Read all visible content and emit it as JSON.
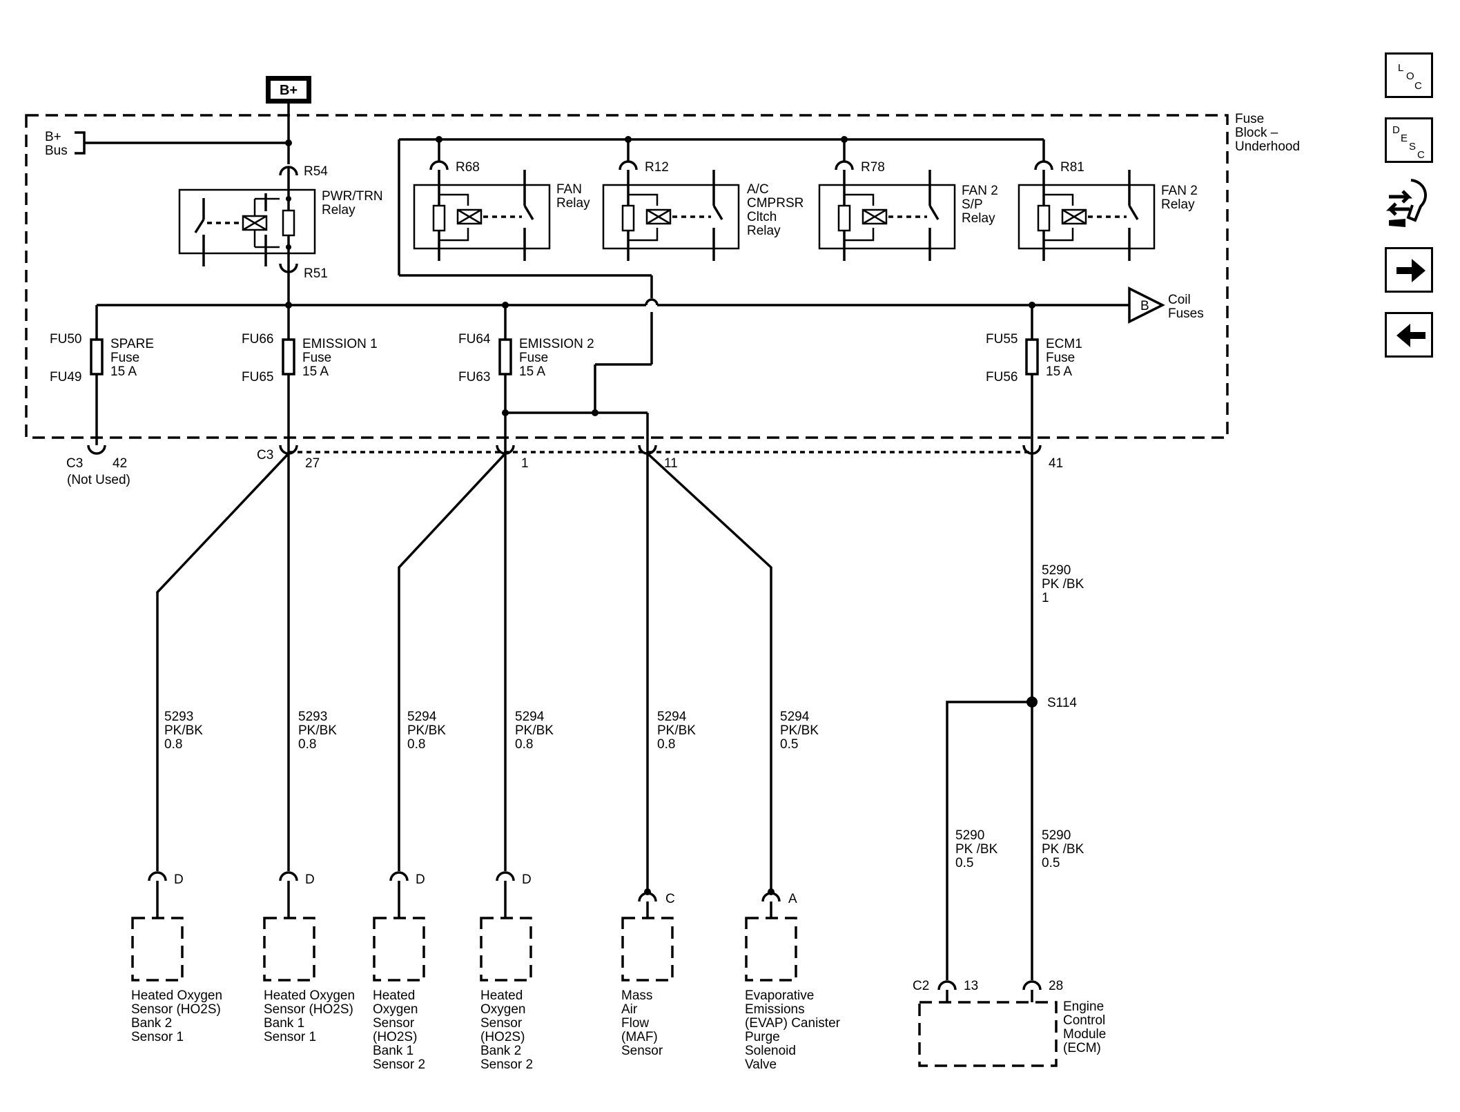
{
  "power_source": "B+",
  "fuse_block": {
    "label": [
      "Fuse",
      "Block –",
      "Underhood"
    ]
  },
  "bus": {
    "label": [
      "B+",
      "Bus"
    ]
  },
  "relays": [
    {
      "id": "pwr-trn",
      "terminal": "R54",
      "terminal_bottom": "R51",
      "label": [
        "PWR/TRN",
        "Relay"
      ]
    },
    {
      "id": "fan",
      "terminal": "R68",
      "label": [
        "FAN",
        "Relay"
      ]
    },
    {
      "id": "ac",
      "terminal": "R12",
      "label": [
        "A/C",
        "CMPRSR",
        "Cltch",
        "Relay"
      ]
    },
    {
      "id": "fan2sp",
      "terminal": "R78",
      "label": [
        "FAN  2",
        "S/P",
        "Relay"
      ]
    },
    {
      "id": "fan2",
      "terminal": "R81",
      "label": [
        "FAN  2",
        "Relay"
      ]
    }
  ],
  "coil_fuses": {
    "letter": "B",
    "label": [
      "Coil",
      "Fuses"
    ]
  },
  "fuses": [
    {
      "id": "spare",
      "top": "FU50",
      "bottom": "FU49",
      "label": [
        "SPARE",
        "Fuse",
        "15 A"
      ]
    },
    {
      "id": "emission1",
      "top": "FU66",
      "bottom": "FU65",
      "label": [
        "EMISSION 1",
        "Fuse",
        "15 A"
      ]
    },
    {
      "id": "emission2",
      "top": "FU64",
      "bottom": "FU63",
      "label": [
        "EMISSION 2",
        "Fuse",
        "15 A"
      ]
    },
    {
      "id": "ecm1",
      "top": "FU55",
      "bottom": "FU56",
      "label": [
        "ECM1",
        "Fuse",
        "15 A"
      ]
    }
  ],
  "c3": {
    "name": "C3",
    "pins": {
      "spare": "42",
      "emission1": "27",
      "emission2": "1",
      "emission2b": "11",
      "ecm": "41"
    },
    "not_used": "(Not Used)"
  },
  "ecm_feed_wire": [
    "5290",
    "PK /BK",
    "1"
  ],
  "splice": "S114",
  "wires": [
    {
      "id": "w1",
      "label": [
        "5293",
        "PK/BK",
        "0.8"
      ]
    },
    {
      "id": "w2",
      "label": [
        "5293",
        "PK/BK",
        "0.8"
      ]
    },
    {
      "id": "w3",
      "label": [
        "5294",
        "PK/BK",
        "0.8"
      ]
    },
    {
      "id": "w4",
      "label": [
        "5294",
        "PK/BK",
        "0.8"
      ]
    },
    {
      "id": "w5",
      "label": [
        "5294",
        "PK/BK",
        "0.8"
      ]
    },
    {
      "id": "w6",
      "label": [
        "5294",
        "PK/BK",
        "0.5"
      ]
    },
    {
      "id": "w7",
      "label": [
        "5290",
        "PK /BK",
        "0.5"
      ]
    },
    {
      "id": "w8",
      "label": [
        "5290",
        "PK /BK",
        "0.5"
      ]
    }
  ],
  "components": [
    {
      "id": "ho2s-b2s1",
      "pin": "D",
      "label": [
        "Heated Oxygen",
        "Sensor (HO2S)",
        "Bank 2",
        "Sensor 1"
      ]
    },
    {
      "id": "ho2s-b1s1",
      "pin": "D",
      "label": [
        "Heated Oxygen",
        "Sensor (HO2S)",
        "Bank 1",
        "Sensor 1"
      ]
    },
    {
      "id": "ho2s-b1s2",
      "pin": "D",
      "label": [
        "Heated",
        "Oxygen",
        "Sensor",
        "(HO2S)",
        "Bank 1",
        "Sensor 2"
      ]
    },
    {
      "id": "ho2s-b2s2",
      "pin": "D",
      "label": [
        "Heated",
        "Oxygen",
        "Sensor",
        "(HO2S)",
        "Bank 2",
        "Sensor 2"
      ]
    },
    {
      "id": "maf",
      "pin": "C",
      "label": [
        "Mass",
        "Air",
        "Flow",
        "(MAF)",
        "Sensor"
      ]
    },
    {
      "id": "evap",
      "pin": "A",
      "label": [
        "Evaporative",
        "Emissions",
        "(EVAP) Canister",
        "Purge",
        "Solenoid",
        "Valve"
      ]
    }
  ],
  "ecm": {
    "connector": "C2",
    "pins": [
      "13",
      "28"
    ],
    "label": [
      "Engine",
      "Control",
      "Module",
      "(ECM)"
    ]
  },
  "nav": {
    "loc": [
      "L",
      "O",
      "C"
    ],
    "desc": [
      "D",
      "E",
      "S",
      "C"
    ]
  }
}
